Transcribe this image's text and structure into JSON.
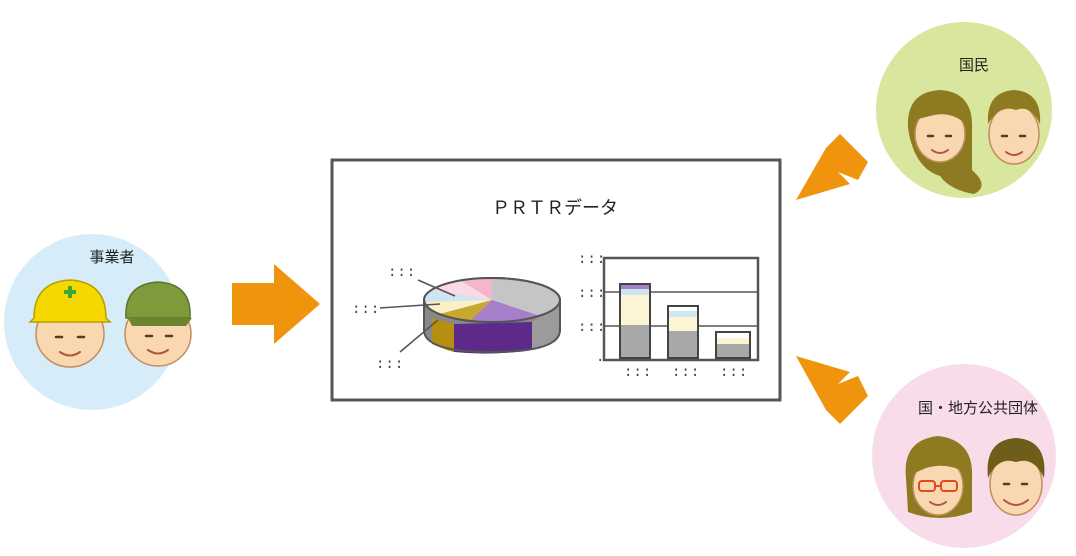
{
  "labels": {
    "business": "事業者",
    "citizens": "国民",
    "government": "国・地方公共団体",
    "data_title": "ＰＲＴＲデータ"
  },
  "chart_placeholder": {
    "pie_leader_labels": [
      ":::",
      ":::",
      ":::"
    ],
    "bar_axis_labels": [
      ":::",
      ":::",
      ":::",
      "."
    ],
    "bar_category_labels": [
      ":::",
      ":::",
      ":::"
    ]
  },
  "colors": {
    "arrow": "#F0940E",
    "business_circle": "#D6ECF8",
    "citizens_circle": "#D8E69E",
    "government_circle": "#F8DCEA",
    "frame_stroke": "#555555"
  },
  "icons": {
    "business": [
      "hardhat-worker-icon",
      "cap-worker-icon"
    ],
    "citizens": [
      "woman-face-icon",
      "man-face-icon"
    ],
    "government": [
      "woman-glasses-face-icon",
      "older-man-face-icon"
    ]
  }
}
